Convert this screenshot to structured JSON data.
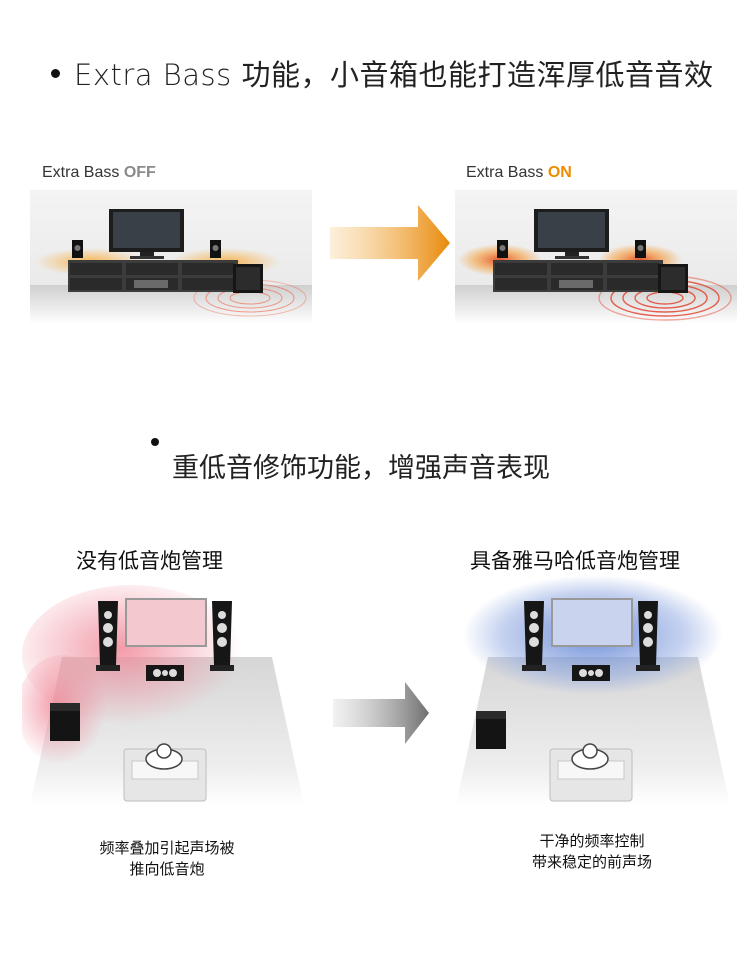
{
  "section1": {
    "heading": "Extra Bass 功能，小音箱也能打造浑厚低音音效",
    "before": {
      "label_prefix": "Extra Bass ",
      "label_state": "OFF",
      "state_color": "#8a8a8a"
    },
    "after": {
      "label_prefix": "Extra Bass ",
      "label_state": "ON",
      "state_color": "#f08a00"
    },
    "arrow_color": "#f0a020"
  },
  "section2": {
    "heading": "重低音修饰功能，增强声音表现",
    "left": {
      "title": "没有低音炮管理",
      "caption_line1": "频率叠加引起声场被",
      "caption_line2": "推向低音炮",
      "glow_color": "#f08a9a"
    },
    "right": {
      "title": "具备雅马哈低音炮管理",
      "caption_line1": "干净的频率控制",
      "caption_line2": "带来稳定的前声场",
      "glow_color": "#6e8fd8"
    },
    "arrow_color": "#777777"
  }
}
